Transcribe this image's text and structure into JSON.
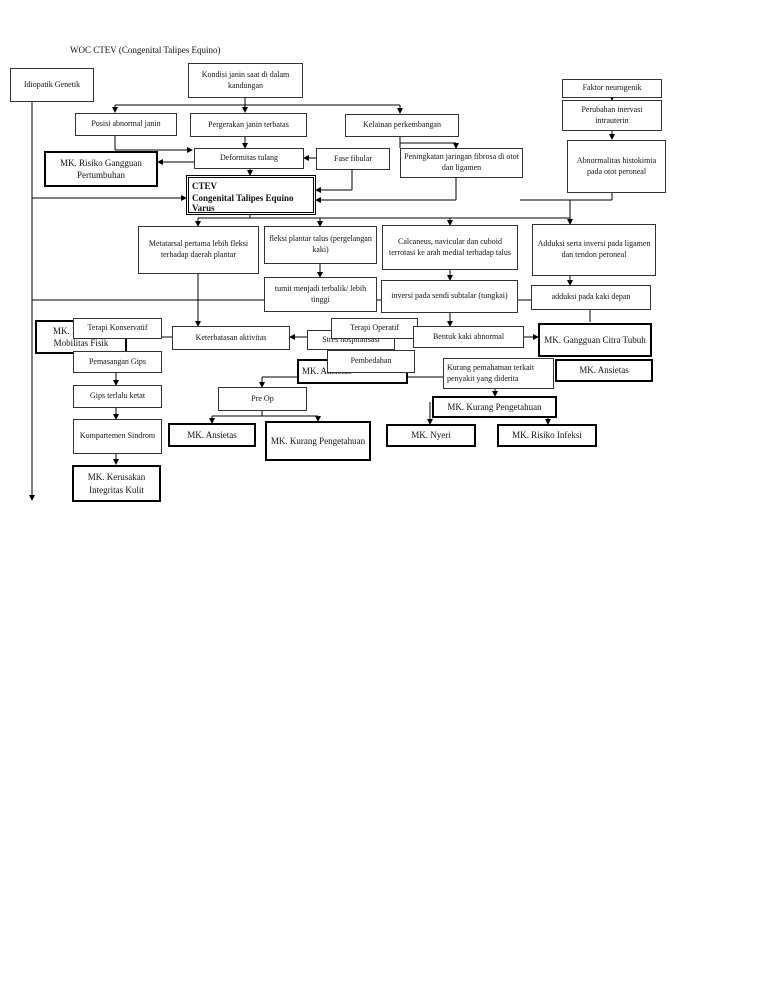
{
  "title": "WOC CTEV (Congenital Talipes Equino)",
  "colors": {
    "line": "#000000",
    "box_border": "#333333",
    "background": "#ffffff"
  },
  "nodes": {
    "idiopatik": "Idiopatik Genetik",
    "kondisi_janin": "Kondisi janin saat di dalam kandungan",
    "faktor_neurogenik": "Faktor neurogenik",
    "posisi_abnormal": "Posisi abnormal janin",
    "pergerakan_terbatas": "Pergerakan janin terbatas",
    "kelainan_perkembangan": "Kelainan perkembangan",
    "perubahan_inervasi": "Perubahan inervasi intrauterin",
    "mk_risiko_gangguan": "MK. Risiko Gangguan Pertumbuhan",
    "deformitas_tulang": "Deformitas tulang",
    "fase_fibular": "Fase fibular",
    "peningkatan_jaringan": "Peningkatan jaringan fibrosa di otot dan ligamen",
    "abnormalitas_histokimia": "Abnormalitas histokimia pada otot peroneal",
    "ctev_line1": "CTEV",
    "ctev_line2": "Congenital Talipes Equino",
    "ctev_line3": "Varus",
    "metatarsal": "Metatarsal pertama lebih fleksi terhadap daerah plantar",
    "fleksi_plantar": "fleksi plantar talus (pergelangan kaki)",
    "calcaneus": "Calcaneus, navicular dan cuboid terrotasi ke arah medial terhadap talus",
    "adduksi_inversi": "Adduksi serta inversi pada ligamen dan tendon peroneal",
    "tumit": "tumit menjadi terbalik/ lebih tinggi",
    "inversi_subtalar": "inversi pada sendi subtalar (tungkai)",
    "adduksi_kaki_depan": "adduksi pada kaki depan",
    "mk_mobilitas": "MK. Hambatan Mobilitas Fisik",
    "terapi_konservatif": "Terapi Konservatif",
    "keterbatasan_aktivitas": "Keterbatasan aktivitas",
    "stres_hosp": "Stres hospitalisasi",
    "terapi_operatif": "Terapi Operatif",
    "bentuk_kaki": "Bentuk kaki abnormal",
    "mk_citra_tubuh": "MK. Gangguan Citra Tubuh",
    "pemasangan_gips": "Pemasangan Gips",
    "pembedahan": "Pembedahan",
    "mk_hidden": "MK. Ansietas",
    "kurang_pemahaman": "Kurang pemahaman terkait penyakit yang diderita",
    "mk_ansietas_right": "MK. Ansietas",
    "gips_ketat": "Gips terlalu ketat",
    "pre_op": "Pre Op",
    "mk_kurang_peng_right": "MK. Kurang Pengetahuan",
    "kompartemen": "Kompartemen Sindrom",
    "mk_ansietas_left": "MK. Ansietas",
    "mk_kurang_peng_mid": "MK. Kurang Pengetahuan",
    "mk_nyeri": "MK. Nyeri",
    "mk_risiko_infeksi": "MK. Risiko Infeksi",
    "mk_kerusakan_kulit": "MK. Kerusakan Integritas Kulit"
  }
}
